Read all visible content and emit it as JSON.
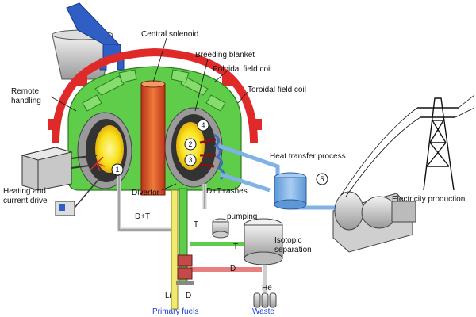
{
  "labels": {
    "central_solenoid": "Central solenoid",
    "breeding_blanket": "Breeding blanket",
    "poloidal_field_coil": "Poloidal field coil",
    "toroidal_field_coil": "Toroidal field coil",
    "remote_handling_1": "Remote",
    "remote_handling_2": "handling",
    "heat_transfer_process": "Heat transfer process",
    "heating_current_drive_1": "Heating and",
    "heating_current_drive_2": "current drive",
    "divertor": "Divertor",
    "dt_ashes": "D+T+ashes",
    "pumping": "pumping",
    "isotopic_separation_1": "Isotopic",
    "isotopic_separation_2": "separation",
    "electricity_production": "Electricity production",
    "d_plus_t": "D+T",
    "t_1": "T",
    "t_2": "T",
    "d": "D",
    "li": "Li",
    "d_feed": "D",
    "he": "He",
    "primary_fuels": "Primary fuels",
    "waste": "Waste"
  },
  "markers": [
    "1",
    "2",
    "3",
    "4",
    "5"
  ],
  "colors": {
    "blanket_green": "#5fcc4a",
    "coil_red": "#e02a2a",
    "plasma_yellow": "#f7e21a",
    "solenoid_orange": "#e8602c",
    "pipe_blue": "#7fb2e6",
    "label_blue": "#1a3fd6"
  }
}
